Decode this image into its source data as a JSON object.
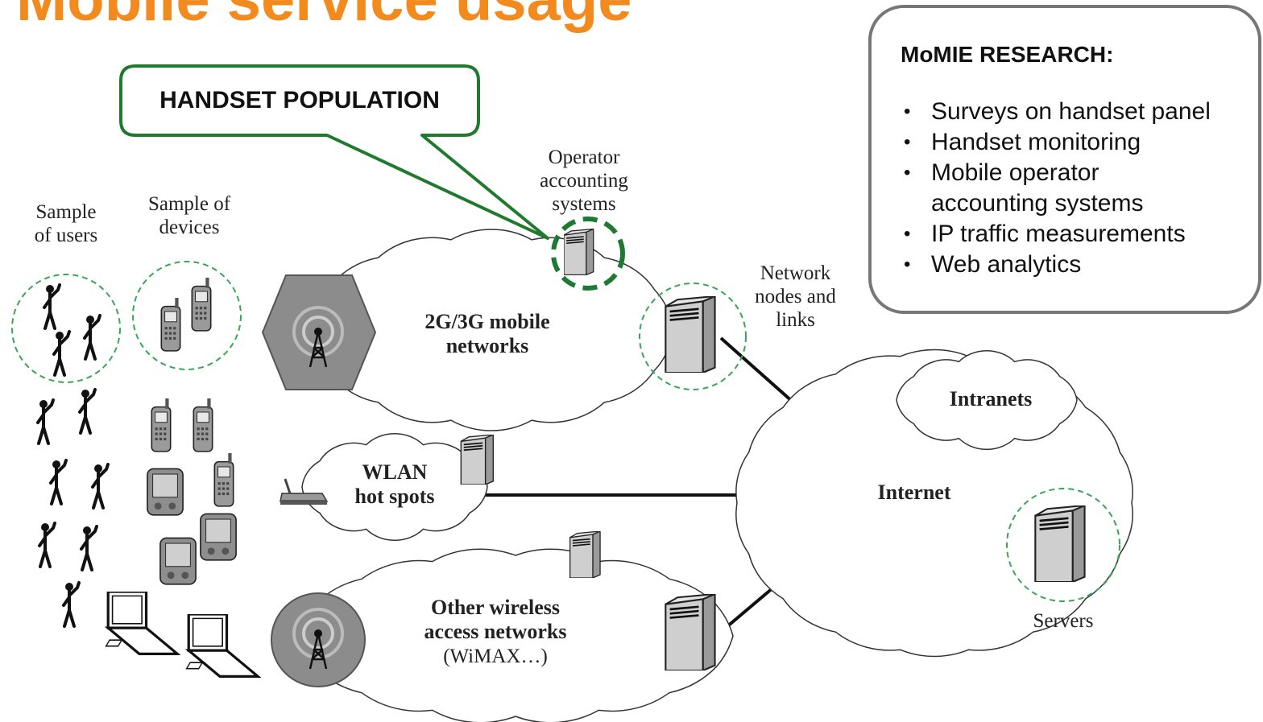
{
  "title": "Mobile service usage",
  "callout": {
    "label": "HANDSET POPULATION"
  },
  "research": {
    "heading": "MoMIE RESEARCH:",
    "items": [
      "Surveys on handset panel",
      "Handset monitoring",
      "Mobile operator\naccounting systems",
      "IP traffic measurements",
      "Web analytics"
    ]
  },
  "labels": {
    "sample_users": "Sample\nof users",
    "sample_devices": "Sample of\ndevices",
    "operator_accounting": "Operator\naccounting\nsystems",
    "network_nodes": "Network\nnodes and\nlinks",
    "mobile_networks": "2G/3G mobile\nnetworks",
    "wlan": "WLAN\nhot spots",
    "other_wireless": "Other wireless\naccess networks",
    "other_wireless_sub": "(WiMAX…)",
    "internet": "Internet",
    "intranets": "Intranets",
    "servers": "Servers"
  },
  "colors": {
    "title": "#f28a1e",
    "callout_border": "#1f7a2e",
    "dashed_circle": "#3aa655",
    "research_border": "#777777"
  },
  "icons": [
    "person-icon",
    "mobile-phone-icon",
    "pda-icon",
    "laptop-icon",
    "server-icon",
    "antenna-icon",
    "router-icon",
    "cloud-icon"
  ]
}
